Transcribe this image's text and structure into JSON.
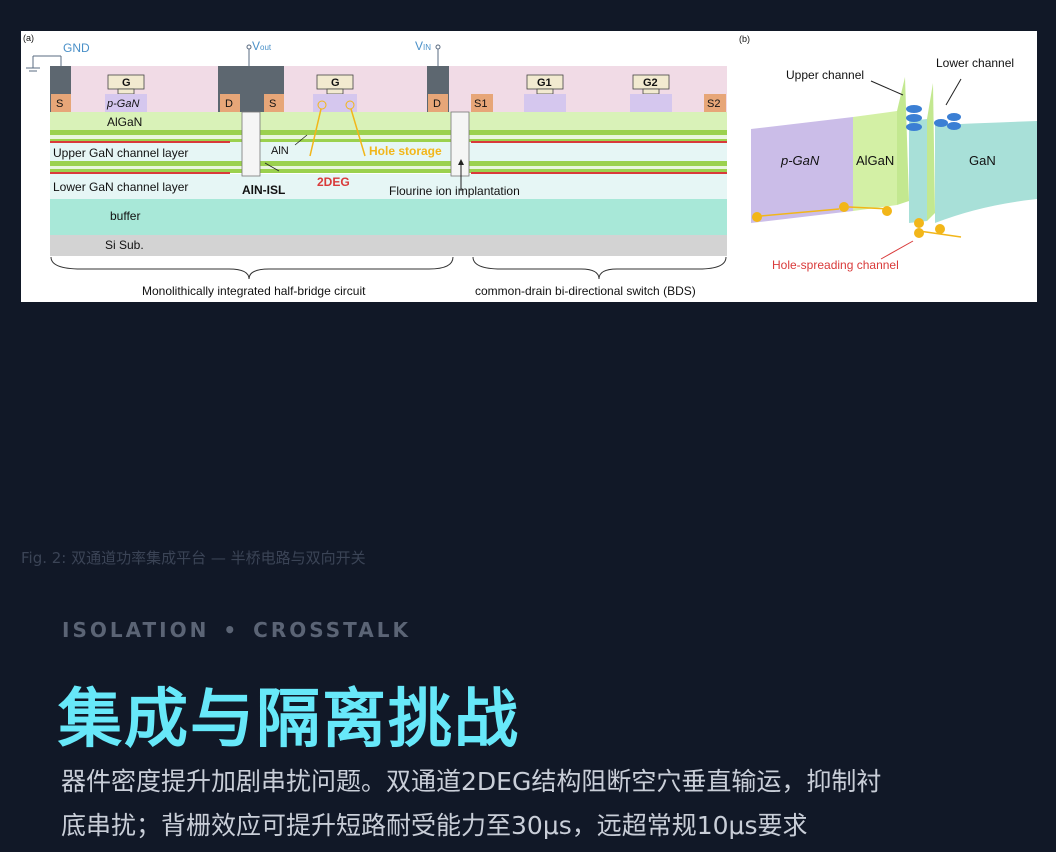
{
  "figure": {
    "a_label": "(a)",
    "b_label": "(b)",
    "gnd": "GND",
    "vout": "V",
    "vout_sub": "out",
    "vin": "V",
    "vin_sub": "IN",
    "s": "S",
    "d": "D",
    "s1": "S1",
    "s2": "S2",
    "g": "G",
    "g1": "G1",
    "g2": "G2",
    "pgan": "p-GaN",
    "algan": "AlGaN",
    "upper_layer": "Upper GaN channel layer",
    "lower_layer": "Lower GaN channel layer",
    "buffer": "buffer",
    "si": "Si Sub.",
    "ain": "AlN",
    "hole_storage": "Hole storage",
    "deg": "2DEG",
    "ain_isl": "AlN-ISL",
    "fluorine": "Flourine ion implantation",
    "half_bridge": "Monolithically integrated half-bridge circuit",
    "bds": "common-drain bi-directional switch (BDS)",
    "upper_channel": "Upper channel",
    "lower_channel": "Lower channel",
    "b_pgan": "p-GaN",
    "b_algan": "AlGaN",
    "b_gan": "GaN",
    "hole_spreading": "Hole-spreading channel"
  },
  "caption": "Fig. 2: 双通道功率集成平台 — 半桥电路与双向开关",
  "eyebrow": {
    "left": "ISOLATION",
    "separator": "•",
    "right": "CROSSTALK"
  },
  "title": "集成与隔离挑战",
  "body_line1": "器件密度提升加剧串扰问题。双通道2DEG结构阻断空穴垂直输运，抑制衬",
  "body_line2": "底串扰；背栅效应可提升短路耐受能力至30μs，远超常规10μs要求",
  "colors": {
    "background": "#111827",
    "title": "#67e8f9",
    "body": "#c9ced8",
    "eyebrow": "#5b6475",
    "caption": "#3b4456"
  }
}
